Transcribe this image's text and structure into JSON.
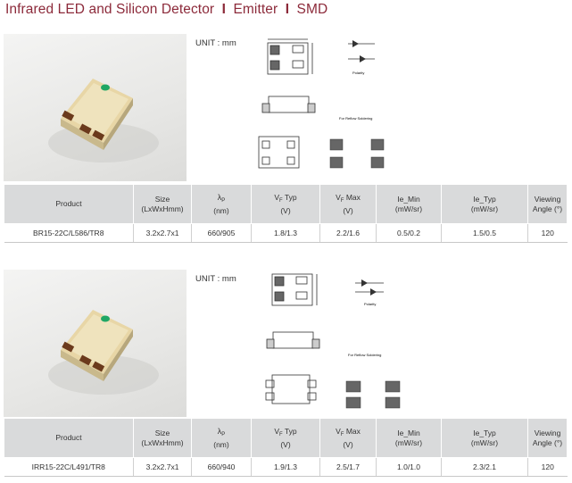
{
  "title": {
    "part1": "Infrared LED and Silicon Detector",
    "part2": "Emitter",
    "part3": "SMD",
    "separator": "I"
  },
  "colors": {
    "title": "#8c2a3a",
    "header_bg": "#d9dadb",
    "led_green": "#1fa765"
  },
  "products": [
    {
      "unit_label": "UNIT : mm",
      "drawing_labels": {
        "polarity": "Polarity",
        "reflow": "For Reflow Soldering"
      },
      "table": {
        "headers": {
          "product": "Product",
          "size": "Size",
          "size_unit": "(LxWxHmm)",
          "lp_symbol": "λ",
          "lp_sub": "P",
          "lp_unit": "(nm)",
          "vf_typ_symbol": "V",
          "vf_typ_sub": "F",
          "vf_typ_label": " Typ",
          "vf_typ_unit": "(V)",
          "vf_max_symbol": "V",
          "vf_max_sub": "F",
          "vf_max_label": " Max",
          "vf_max_unit": "(V)",
          "ie_min": "Ie_Min",
          "ie_min_unit": "(mW/sr)",
          "ie_typ": "Ie_Typ",
          "ie_typ_unit": "(mW/sr)",
          "angle": "Viewing Angle (°)"
        },
        "row": {
          "product": "BR15-22C/L586/TR8",
          "size": "3.2x2.7x1",
          "lp": "660/905",
          "vf_typ": "1.8/1.3",
          "vf_max": "2.2/1.6",
          "ie_min": "0.5/0.2",
          "ie_typ": "1.5/0.5",
          "angle": "120"
        }
      }
    },
    {
      "unit_label": "UNIT : mm",
      "drawing_labels": {
        "polarity": "Polarity",
        "reflow": "For Reflow Soldering"
      },
      "table": {
        "headers": {
          "product": "Product",
          "size": "Size",
          "size_unit": "(LxWxHmm)",
          "lp_symbol": "λ",
          "lp_sub": "P",
          "lp_unit": "(nm)",
          "vf_typ_symbol": "V",
          "vf_typ_sub": "F",
          "vf_typ_label": " Typ",
          "vf_typ_unit": "(V)",
          "vf_max_symbol": "V",
          "vf_max_sub": "F",
          "vf_max_label": " Max",
          "vf_max_unit": "(V)",
          "ie_min": "Ie_Min",
          "ie_min_unit": "(mW/sr)",
          "ie_typ": "Ie_Typ",
          "ie_typ_unit": "(mW/sr)",
          "angle": "Viewing Angle (°)"
        },
        "row": {
          "product": "IRR15-22C/L491/TR8",
          "size": "3.2x2.7x1",
          "lp": "660/940",
          "vf_typ": "1.9/1.3",
          "vf_max": "2.5/1.7",
          "ie_min": "1.0/1.0",
          "ie_typ": "2.3/2.1",
          "angle": "120"
        }
      }
    }
  ]
}
